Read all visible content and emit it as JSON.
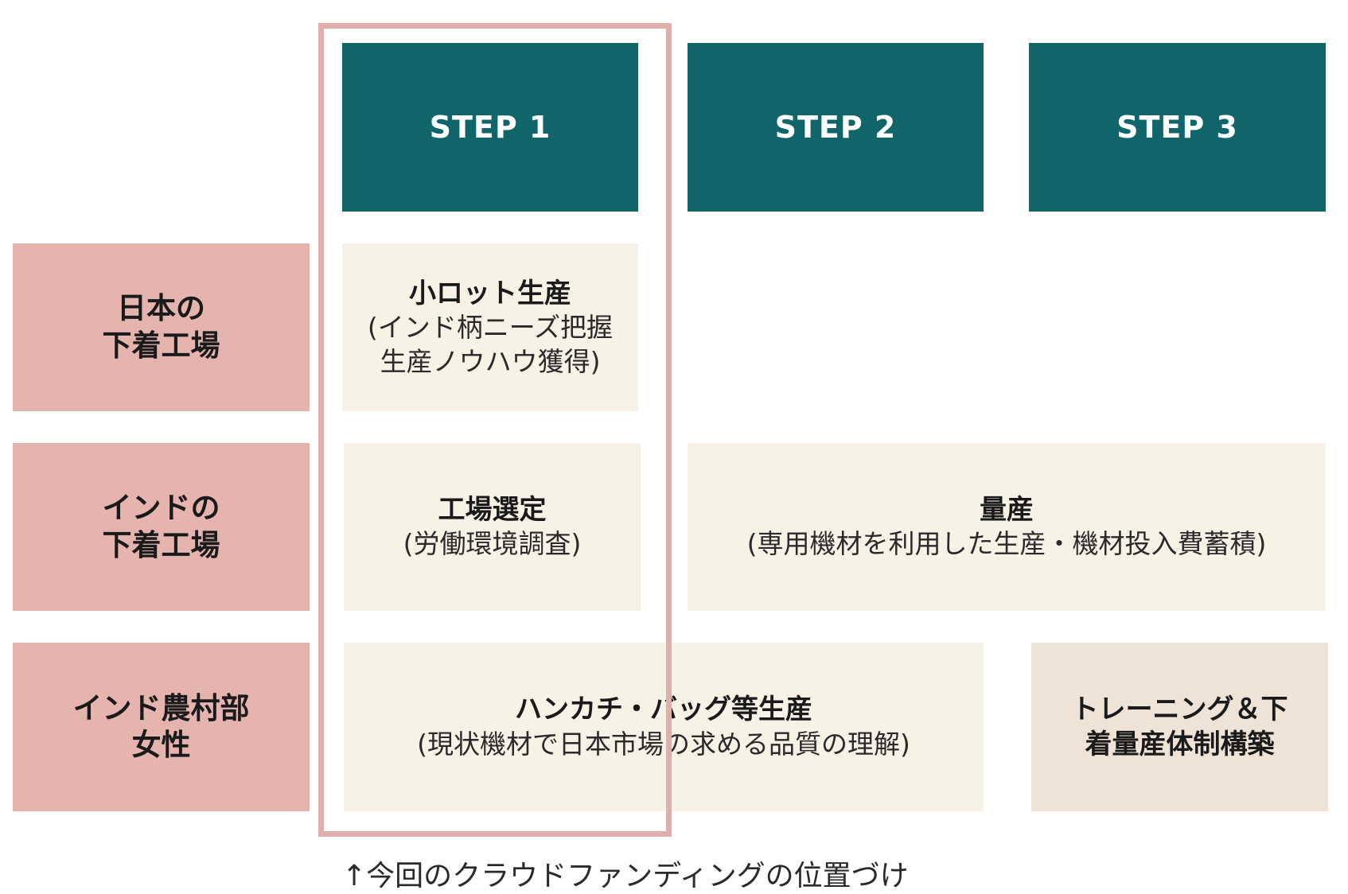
{
  "steps": [
    "STEP 1",
    "STEP 2",
    "STEP 3"
  ],
  "rows": [
    {
      "line1": "日本の",
      "line2": "下着工場"
    },
    {
      "line1": "インドの",
      "line2": "下着工場"
    },
    {
      "line1": "インド農村部",
      "line2": "女性"
    }
  ],
  "cells": {
    "small_lot": {
      "title": "小ロット生産",
      "desc1": "(インド柄ニーズ把握",
      "desc2": "生産ノウハウ獲得)"
    },
    "factory_selection": {
      "title": "工場選定",
      "desc": "(労働環境調査)"
    },
    "mass_production": {
      "title": "量産",
      "desc": "(専用機材を利用した生産・機材投入費蓄積)"
    },
    "handkerchief": {
      "title": "ハンカチ・バッグ等生産",
      "desc": "(現状機材で日本市場の求める品質の理解)"
    },
    "training": {
      "line1": "トレーニング＆下",
      "line2": "着量産体制構築"
    }
  },
  "caption": "↑今回のクラウドファンディングの位置づけ",
  "colors": {
    "step_bg": "#10656b",
    "row_label_bg": "#e6b4af",
    "cell_bg": "#f6f2e5",
    "cell_alt_bg": "#efe2d7",
    "highlight_border": "#e2aeab"
  }
}
